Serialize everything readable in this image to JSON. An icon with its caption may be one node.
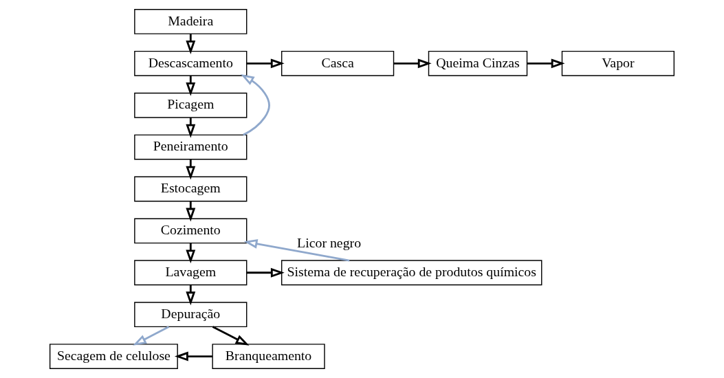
{
  "diagram": {
    "nodes": [
      {
        "text": [
          "Madeira"
        ]
      },
      {
        "text": [
          "Descascamento"
        ]
      },
      {
        "text": [
          "Picagem"
        ]
      },
      {
        "text": [
          "Peneiramento"
        ]
      },
      {
        "text": [
          "Estocagem"
        ]
      },
      {
        "text": [
          "Cozimento"
        ]
      },
      {
        "text": [
          "Lavagem"
        ]
      },
      {
        "text": [
          "Depuração"
        ]
      },
      {
        "text": [
          "Branqueamento"
        ]
      },
      {
        "text": [
          "Casca"
        ]
      },
      {
        "text": [
          "Queima Cinzas"
        ]
      },
      {
        "text": [
          "Vapor"
        ]
      },
      {
        "text": [
          "Sistema de recuperação de produtos químicos"
        ]
      },
      {
        "text": [
          "Secagem de celulose"
        ]
      }
    ],
    "edges": [
      {
        "from": 0,
        "to": 1,
        "arrow": "to"
      },
      {
        "from": 1,
        "to": 2,
        "arrow": "to"
      },
      {
        "from": 2,
        "to": 3,
        "arrow": "to"
      },
      {
        "from": 3,
        "to": 4,
        "arrow": "to"
      },
      {
        "from": 4,
        "to": 5,
        "arrow": "to"
      },
      {
        "from": 5,
        "to": 6,
        "arrow": "to"
      },
      {
        "from": 6,
        "to": 7,
        "arrow": "to"
      },
      {
        "from": 7,
        "to": 8,
        "arrow": "to"
      },
      {
        "from": 1,
        "to": 9,
        "arrow": "to"
      },
      {
        "from": 9,
        "to": 10,
        "arrow": "to"
      },
      {
        "from": 10,
        "to": 11,
        "arrow": "to"
      },
      {
        "from": 3,
        "to": 1,
        "arrow": "to",
        "color": "#8fa8cc"
      },
      {
        "from": 6,
        "to": 12,
        "arrow": "to"
      },
      {
        "from": 12,
        "to": 5,
        "arrow": "to",
        "label": "Licor negro",
        "color": "#8fa8cc"
      },
      {
        "from": 7,
        "to": 13,
        "arrow": "to",
        "color": "#8fa8cc"
      },
      {
        "from": 8,
        "to": 13,
        "arrow": "to"
      }
    ]
  }
}
